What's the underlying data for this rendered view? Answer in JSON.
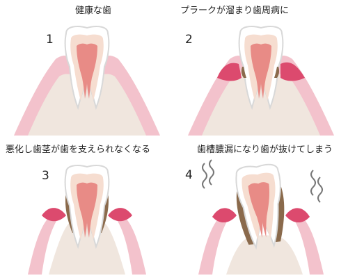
{
  "stages": [
    {
      "number": "1",
      "caption": "健康な歯"
    },
    {
      "number": "2",
      "caption": "プラークが溜まり歯周病に"
    },
    {
      "number": "3",
      "caption": "悪化し歯茎が歯を支えられなくなる"
    },
    {
      "number": "4",
      "caption": "歯槽膿漏になり歯が抜けてしまう"
    }
  ],
  "colors": {
    "gum_pink": "#f3c2cc",
    "gum_inflamed": "#dc4a6e",
    "bone": "#f0e6de",
    "enamel": "#ffffff",
    "dentin": "#f6ddd0",
    "pulp": "#e88b86",
    "plaque": "#8a6a4c"
  }
}
